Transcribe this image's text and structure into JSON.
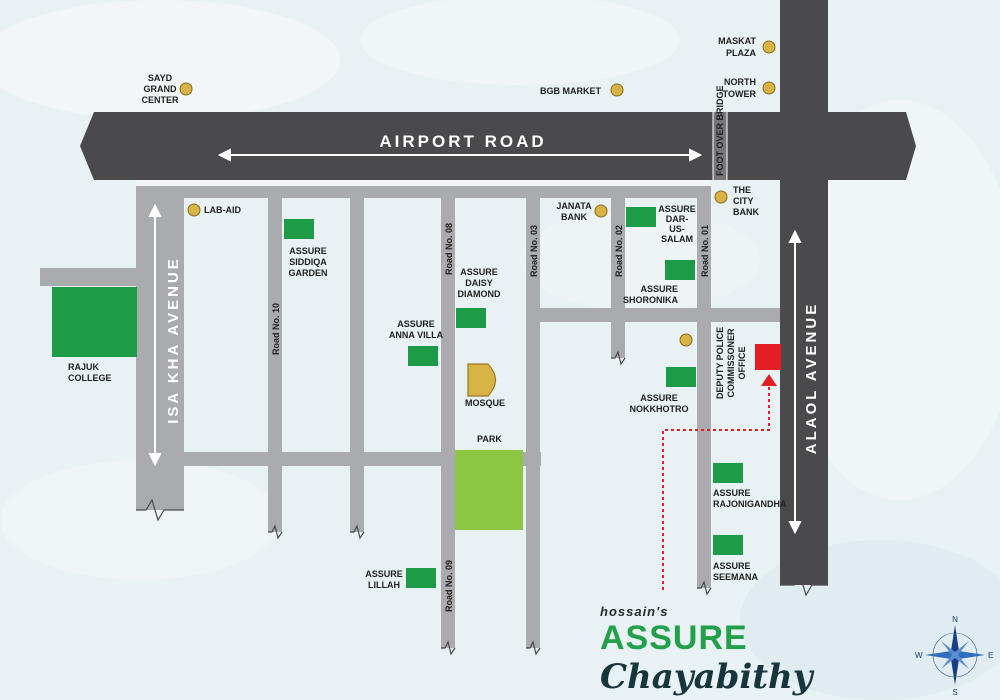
{
  "roads": {
    "airport_road": "AIRPORT ROAD",
    "isa_kha_avenue": "ISA KHA AVENUE",
    "alaol_avenue": "ALAOL AVENUE",
    "foot_over_bridge": "FOOT OVER BRIDGE",
    "road_no_10": "Road No. 10",
    "road_no_08": "Road No. 08",
    "road_no_03": "Road No. 03",
    "road_no_02": "Road No. 02",
    "road_no_01": "Road No. 01",
    "road_no_09": "Road No. 09"
  },
  "landmarks": {
    "sayd_grand_center": [
      "SAYD",
      "GRAND",
      "CENTER"
    ],
    "bgb_market": [
      "BGB MARKET"
    ],
    "maskat_plaza": [
      "MASKAT",
      "PLAZA"
    ],
    "north_tower": [
      "NORTH",
      "TOWER"
    ],
    "lab_aid": [
      "LAB-AID"
    ],
    "janata_bank": [
      "JANATA",
      "BANK"
    ],
    "the_city_bank": [
      "THE",
      "CITY",
      "BANK"
    ],
    "rajuk_college": [
      "RAJUK",
      "COLLEGE"
    ],
    "mosque": [
      "MOSQUE"
    ],
    "park": [
      "PARK"
    ],
    "deputy_police_office": [
      "DEPUTY POLICE",
      "COMMISSONER",
      "OFFICE"
    ]
  },
  "projects": {
    "siddiqa_garden": [
      "ASSURE",
      "SIDDIQA",
      "GARDEN"
    ],
    "daisy_diamond": [
      "ASSURE",
      "DAISY",
      "DIAMOND"
    ],
    "anna_villa": [
      "ASSURE",
      "ANNA VILLA"
    ],
    "dar_us_salam": [
      "ASSURE",
      "DAR-",
      "US-",
      "SALAM"
    ],
    "shoronika": [
      "ASSURE",
      "SHORONIKA"
    ],
    "nokkhotro": [
      "ASSURE",
      "NOKKHOTRO"
    ],
    "rajonigandha": [
      "ASSURE",
      "RAJONIGANDHA"
    ],
    "seemana": [
      "ASSURE",
      "SEEMANA"
    ],
    "lillah": [
      "ASSURE",
      "LILLAH"
    ]
  },
  "brand": {
    "small": "hossain's",
    "main": "ASSURE",
    "script": "Chayabithy"
  },
  "compass": {
    "n": "N",
    "s": "S",
    "e": "E",
    "w": "W"
  },
  "colors": {
    "background": "#e8f1f4",
    "major_road": "#4a4a4c",
    "minor_road": "#a9abae",
    "project_marker": "#1e9b47",
    "target_marker": "#e51e24",
    "landmark_dot": "#d8b446",
    "park": "#8cc642",
    "route": "#e51e24",
    "brand_green": "#22a04a"
  }
}
